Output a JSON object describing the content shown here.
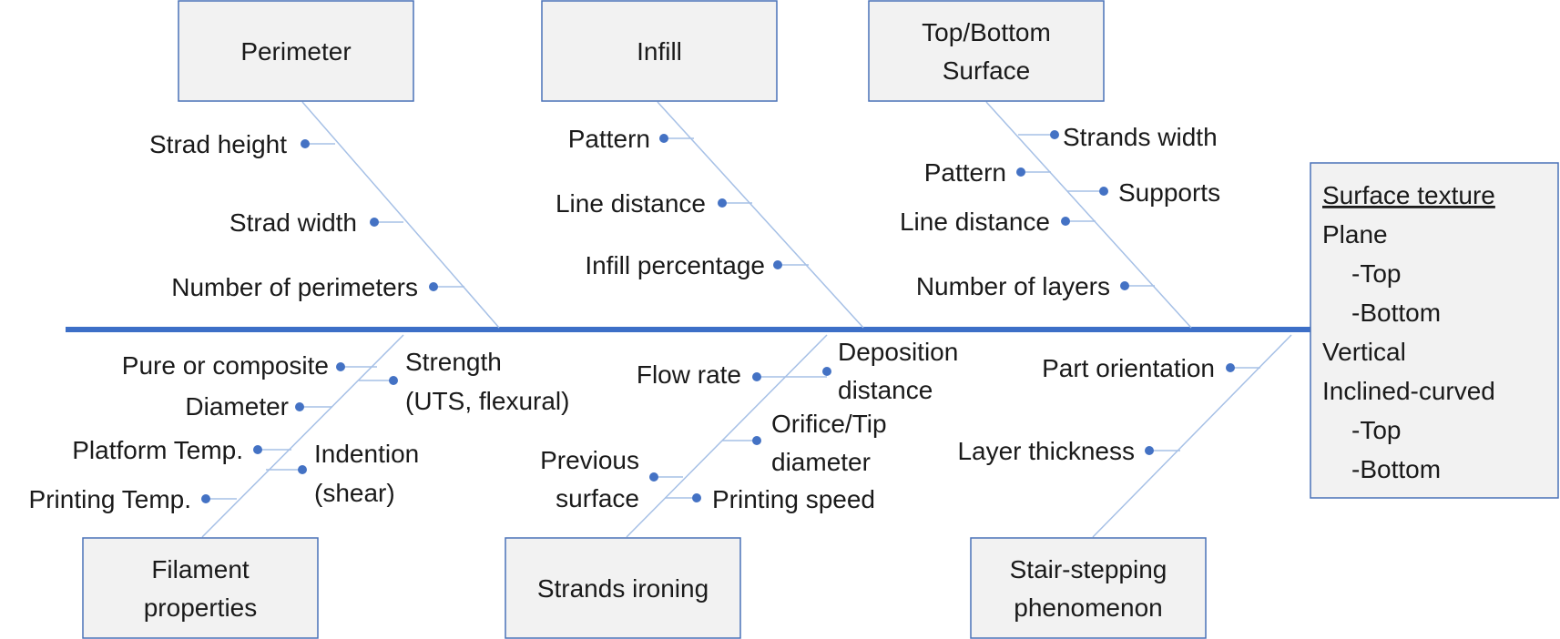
{
  "categories": {
    "perimeter": "Perimeter",
    "infill": "Infill",
    "topbottom": [
      "Top/Bottom",
      "Surface"
    ],
    "filament": [
      "Filament",
      "properties"
    ],
    "ironing": "Strands ironing",
    "stair": [
      "Stair-stepping",
      "phenomenon"
    ]
  },
  "effect": {
    "title": "Surface texture",
    "lines": [
      "Plane",
      "-Top",
      "-Bottom",
      "Vertical",
      "Inclined-curved",
      "-Top",
      "-Bottom"
    ]
  },
  "causes": {
    "perimeter": [
      "Strad height",
      "Strad width",
      "Number of perimeters"
    ],
    "infill": [
      "Pattern",
      "Line distance",
      "Infill percentage"
    ],
    "topbottom": {
      "strands_width": "Strands width",
      "pattern": "Pattern",
      "supports": "Supports",
      "line_distance": "Line distance",
      "layers": "Number of layers"
    },
    "filament": {
      "pure": "Pure or composite",
      "diameter": "Diameter",
      "platform": "Platform Temp.",
      "printing": "Printing Temp.",
      "strength": [
        "Strength",
        "(UTS, flexural)"
      ],
      "indention": [
        "Indention",
        "(shear)"
      ]
    },
    "ironing": {
      "flow": "Flow rate",
      "deposition": [
        "Deposition",
        "distance"
      ],
      "orifice": [
        "Orifice/Tip",
        "diameter"
      ],
      "previous": [
        "Previous",
        "surface"
      ],
      "speed": "Printing speed"
    },
    "stair": {
      "orientation": "Part orientation",
      "thickness": "Layer thickness"
    }
  }
}
